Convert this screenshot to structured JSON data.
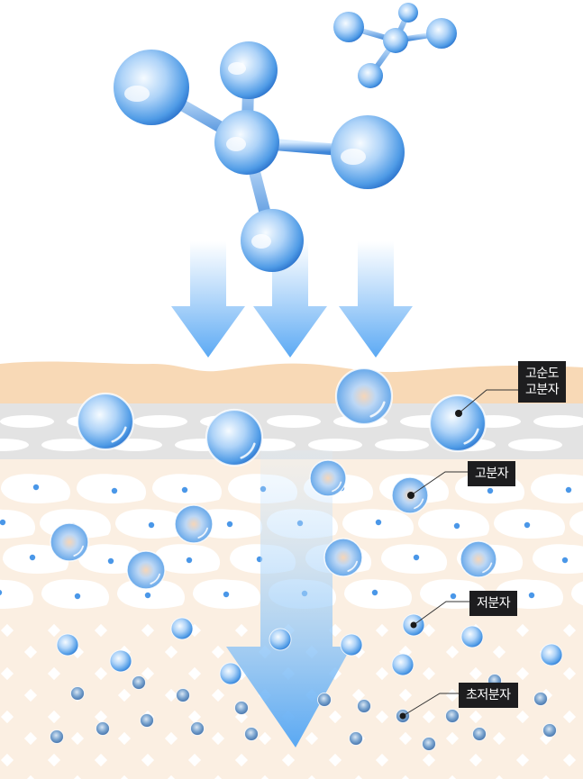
{
  "labels": {
    "high_purity": [
      "고순도",
      "고분자"
    ],
    "high_molecule": "고분자",
    "low_molecule": "저분자",
    "ultra_low_molecule": "초저분자"
  },
  "colors": {
    "epidermis": "#f8d9b6",
    "barrier_band": "#e4e4e4",
    "barrier_cell": "#ffffff",
    "dermis": "#fbefe2",
    "dermis_cell": "#ffffff",
    "nucleus": "#4a97e8",
    "arrow_top": "#ffffff",
    "arrow_bottom": "#62aef5",
    "sphere_light": "#e8f4ff",
    "sphere_dark": "#3a86dc",
    "label_bg": "#1d1d1f"
  },
  "icons": [
    "molecule-large-icon",
    "molecule-small-icon",
    "down-arrow-icon",
    "down-arrow-large-icon"
  ]
}
